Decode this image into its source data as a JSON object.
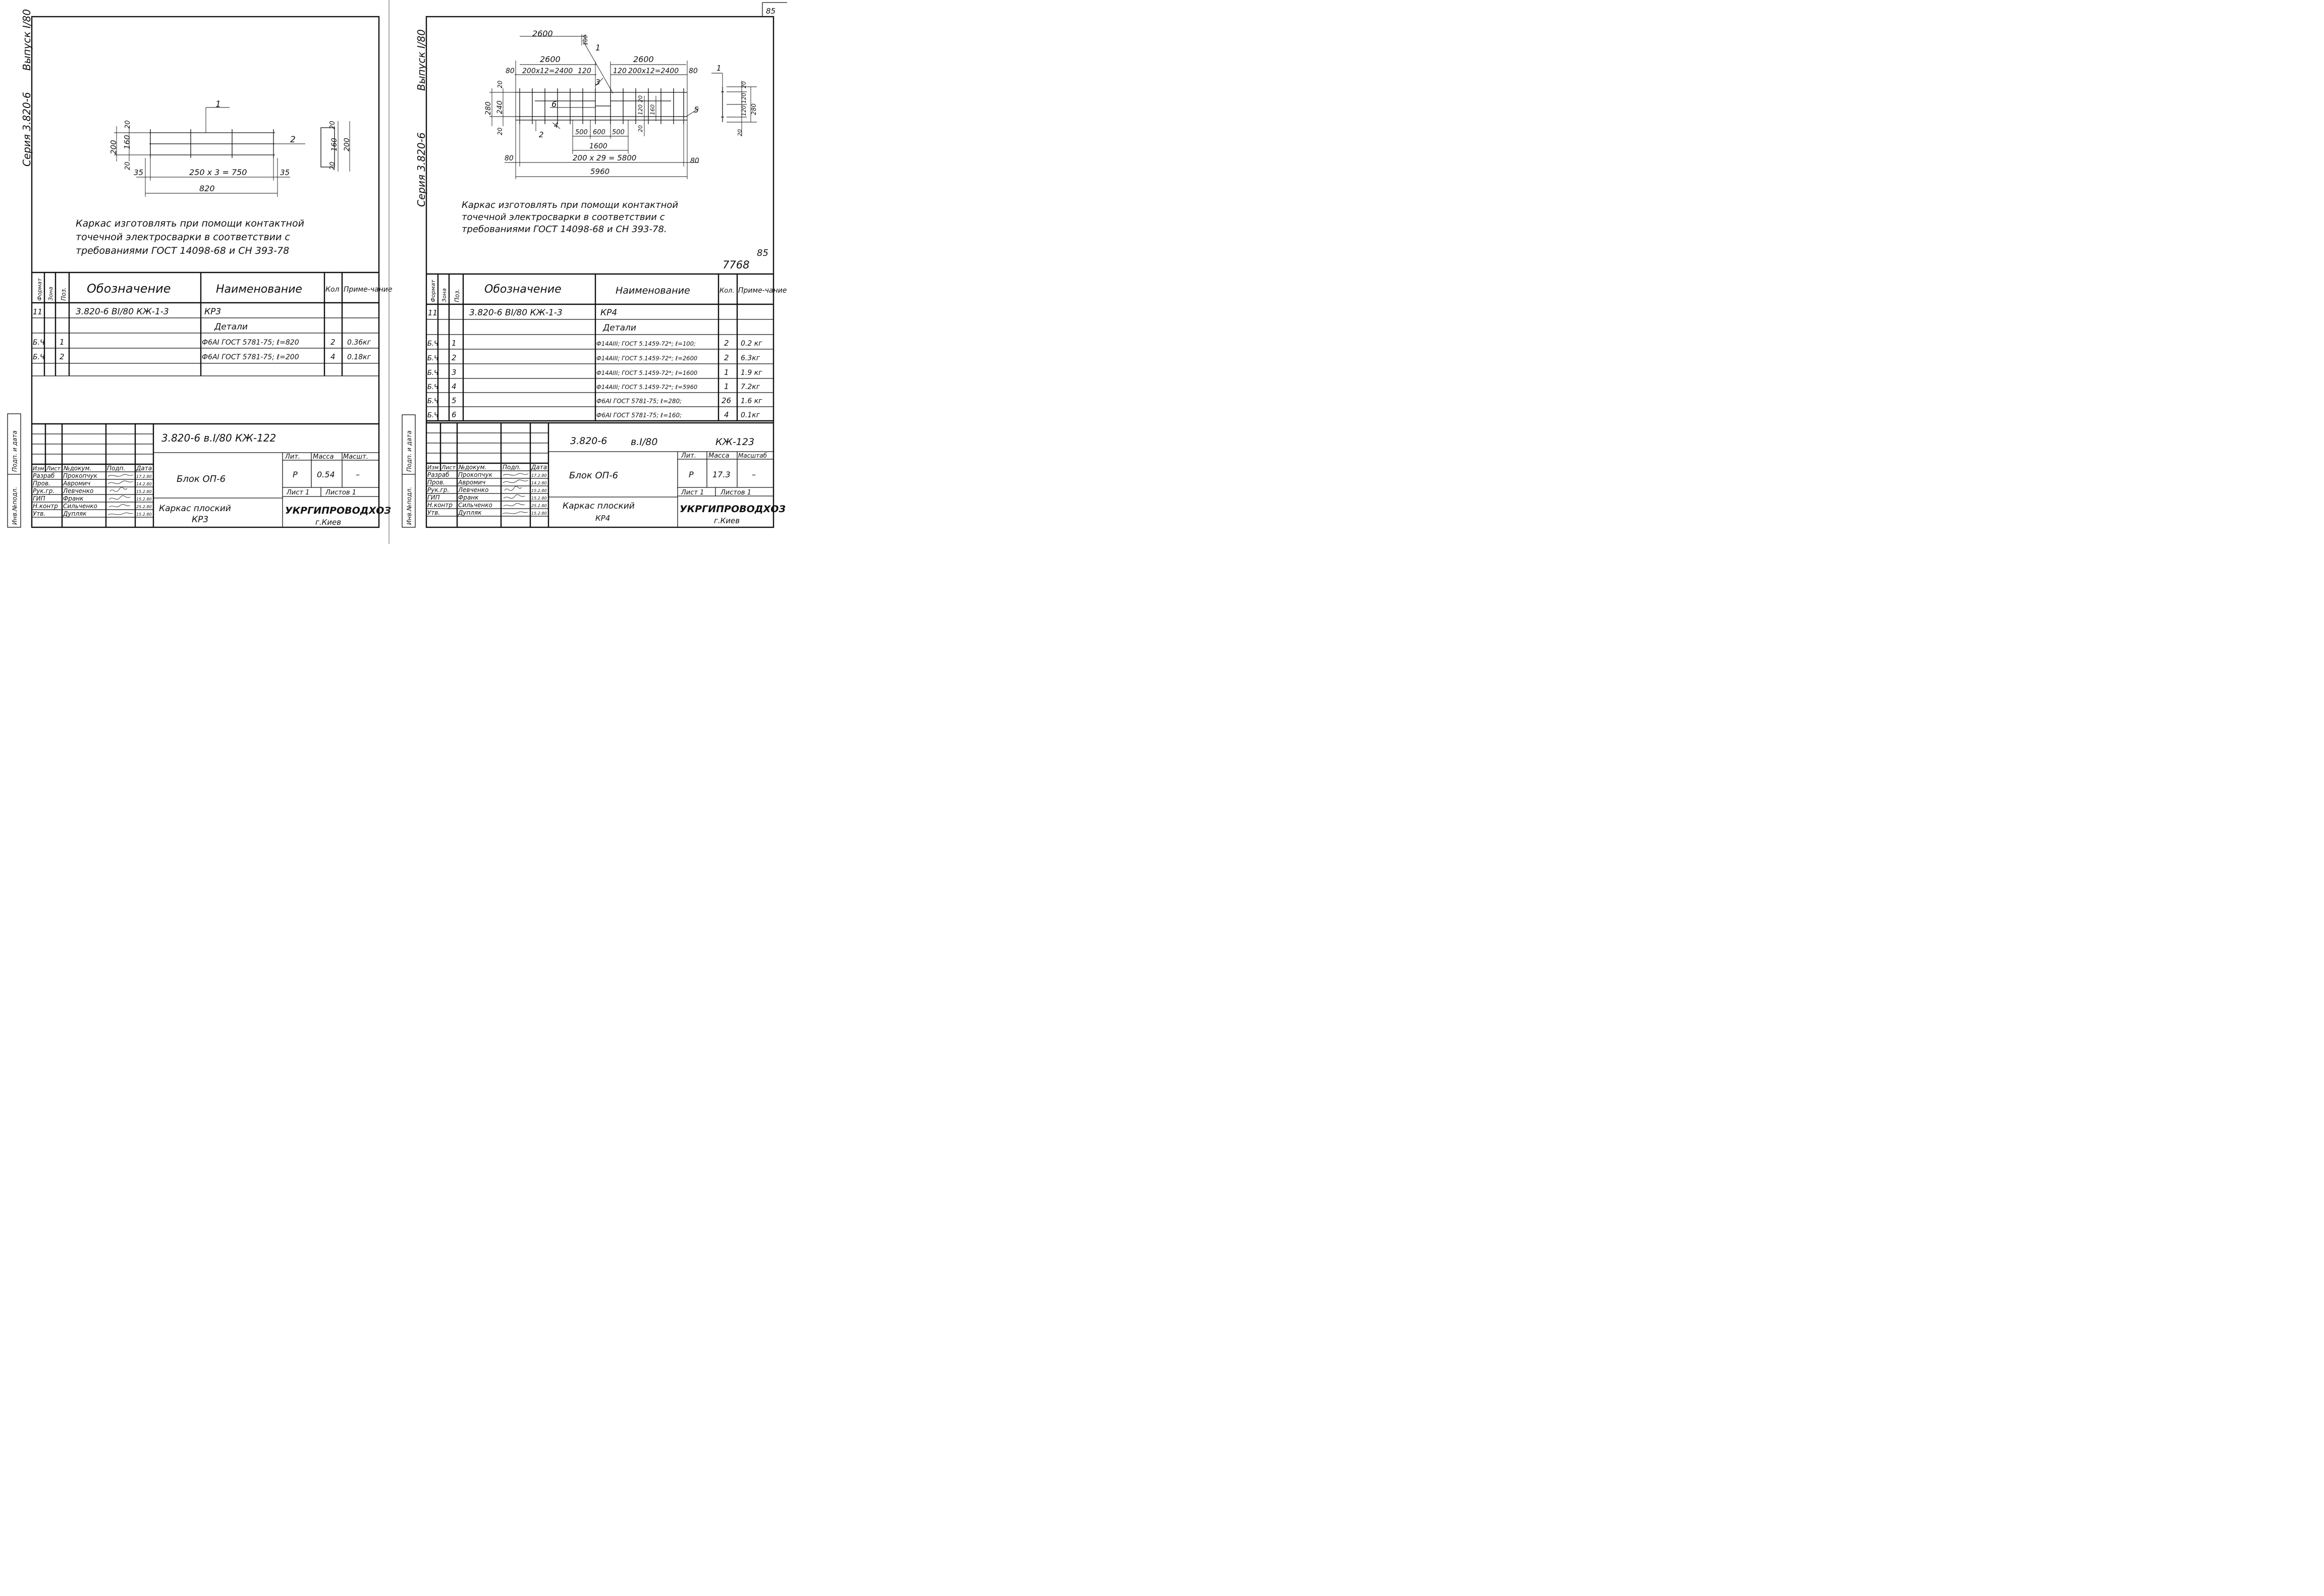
{
  "page_number": "85",
  "left": {
    "series_label": "Серия 3.820-6",
    "issue_label": "Выпуск I/80",
    "dims": {
      "total": "820",
      "spacing": "250 x 3 = 750",
      "edge_left": "35",
      "edge_right": "35",
      "height": "200",
      "inner": "160",
      "top": "20",
      "bottom": "20",
      "section_top": "20",
      "section_mid": "160",
      "section_bot": "20",
      "section_height": "200"
    },
    "leaders": [
      "1",
      "2"
    ],
    "note": [
      "Каркас изготовлять при помощи контактной",
      "точечной электросварки в соответствии с",
      "требованиями ГОСТ 14098-68 и СН 393-78"
    ],
    "spec": {
      "headers": {
        "format": "Формат",
        "zone": "Зона",
        "pos": "Поз.",
        "designation": "Обозначение",
        "name": "Наименование",
        "qty": "Кол",
        "note": "Приме-чание"
      },
      "rows": [
        {
          "format": "11",
          "pos": "",
          "designation": "3.820-6 BI/80 КЖ-1-3",
          "name": "КР3",
          "qty": "",
          "note": ""
        },
        {
          "format": "",
          "pos": "",
          "designation": "",
          "name": "Детали",
          "qty": "",
          "note": ""
        },
        {
          "format": "Б.Ч",
          "pos": "1",
          "designation": "",
          "name": "Ф6АI ГОСТ 5781-75; ℓ=820",
          "qty": "2",
          "note": "0.36кг"
        },
        {
          "format": "Б.Ч",
          "pos": "2",
          "designation": "",
          "name": "Ф6АI ГОСТ 5781-75; ℓ=200",
          "qty": "4",
          "note": "0.18кг"
        }
      ]
    },
    "side_labels": {
      "sign": "Подп. и дата",
      "inv": "Инв.№подл."
    },
    "title": {
      "code": "3.820-6    в.I/80    КЖ-122",
      "object": "Блок ОП-6",
      "drawing": "Каркас плоский",
      "drawing2": "КР3",
      "lit_h": "Лит.",
      "mass_h": "Масса",
      "scale_h": "Масшт.",
      "lit": "Р",
      "mass": "0.54",
      "scale": "–",
      "sheet": "Лист 1",
      "sheets": "Листов 1",
      "org": "УКРГИПРОВОДХОЗ",
      "city": "г.Киев",
      "staff_header": [
        "Изм",
        "Лист",
        "№докум.",
        "Подп.",
        "Дата"
      ],
      "staff": [
        {
          "role": "Разраб",
          "name": "Прокопчук",
          "date": "17.2.80"
        },
        {
          "role": "Пров.",
          "name": "Авромич",
          "date": "14.2.80"
        },
        {
          "role": "Рук.гр.",
          "name": "Левченко",
          "date": "15.2.80"
        },
        {
          "role": "ГИП",
          "name": "Франк",
          "date": "15.2.80"
        },
        {
          "role": "Н.контр",
          "name": "Сильченко",
          "date": "25.2.80"
        },
        {
          "role": "Утв.",
          "name": "Дупляк",
          "date": "15.2.80"
        }
      ]
    }
  },
  "right": {
    "series_label": "Серия 3.820-6",
    "issue_label": "Выпуск I/80",
    "dims": {
      "bar_top": "2600",
      "bar_top_sec": "100",
      "left_len": "2600",
      "right_len": "2600",
      "left_a": "80",
      "left_b": "200x12=2400",
      "left_c": "120",
      "right_a": "120",
      "right_b": "200x12=2400",
      "right_c": "80",
      "h_total": "280",
      "h_inner": "240",
      "h_top": "20",
      "h_bot": "20",
      "m1": "500",
      "m2": "600",
      "m3": "500",
      "m_total": "1600",
      "m_h1": "20",
      "m_h2": "120",
      "m_h3": "160",
      "m_h4": "20",
      "m_h5": "20",
      "b_left": "80",
      "b_mid": "200 x 29 = 5800",
      "b_right": "80",
      "b_total": "5960",
      "sec_a": "20",
      "sec_b": "120",
      "sec_c": "120",
      "sec_total": "280",
      "sec_d": "20"
    },
    "leaders": [
      "1",
      "2",
      "3",
      "4",
      "5",
      "6",
      "1"
    ],
    "note": [
      "Каркас изготовлять при помощи контактной",
      "точечной электросварки в соответствии с",
      "требованиями ГОСТ 14098-68 и СН 393-78."
    ],
    "stamp_num": "85",
    "doc_num": "7768",
    "spec": {
      "headers": {
        "format": "Формат",
        "zone": "Зона",
        "pos": "Поз.",
        "designation": "Обозначение",
        "name": "Наименование",
        "qty": "Кол.",
        "note": "Приме-чание"
      },
      "rows": [
        {
          "format": "11",
          "pos": "",
          "designation": "3.820-6 BI/80 КЖ-1-3",
          "name": "КР4",
          "qty": "",
          "note": ""
        },
        {
          "format": "",
          "pos": "",
          "designation": "",
          "name": "Детали",
          "qty": "",
          "note": ""
        },
        {
          "format": "Б.Ч",
          "pos": "1",
          "designation": "",
          "name": "Ф14АIII; ГОСТ 5.1459-72*; ℓ=100;",
          "qty": "2",
          "note": "0.2 кг"
        },
        {
          "format": "Б.Ч",
          "pos": "2",
          "designation": "",
          "name": "Ф14АIII; ГОСТ 5.1459-72*; ℓ=2600",
          "qty": "2",
          "note": "6.3кг"
        },
        {
          "format": "Б.Ч",
          "pos": "3",
          "designation": "",
          "name": "Ф14АIII; ГОСТ 5.1459-72*; ℓ=1600",
          "qty": "1",
          "note": "1.9 кг"
        },
        {
          "format": "Б.Ч",
          "pos": "4",
          "designation": "",
          "name": "Ф14АIII; ГОСТ 5.1459-72*; ℓ=5960",
          "qty": "1",
          "note": "7.2кг"
        },
        {
          "format": "Б.Ч",
          "pos": "5",
          "designation": "",
          "name": "Ф6АI ГОСТ 5781-75; ℓ=280;",
          "qty": "26",
          "note": "1.6 кг"
        },
        {
          "format": "Б.Ч",
          "pos": "6",
          "designation": "",
          "name": "Ф6АI ГОСТ 5781-75; ℓ=160;",
          "qty": "4",
          "note": "0.1кг"
        }
      ]
    },
    "side_labels": {
      "sign": "Подп. и дата",
      "inv": "Инв.№подл."
    },
    "title": {
      "code_a": "3.820-6",
      "code_b": "в.I/80",
      "code_c": "КЖ-123",
      "object": "Блок ОП-6",
      "drawing": "Каркас плоский",
      "drawing2": "КР4",
      "lit_h": "Лит.",
      "mass_h": "Масса",
      "scale_h": "Масштаб",
      "lit": "Р",
      "mass": "17.3",
      "scale": "–",
      "sheet": "Лист 1",
      "sheets": "Листов 1",
      "org": "УКРГИПРОВОДХОЗ",
      "city": "г.Киев",
      "staff_header": [
        "Изм",
        "Лист",
        "№докум.",
        "Подп.",
        "Дата"
      ],
      "staff": [
        {
          "role": "Разраб",
          "name": "Прокопчук",
          "date": "17.2.80"
        },
        {
          "role": "Пров.",
          "name": "Авромич",
          "date": "14.2.80"
        },
        {
          "role": "Рук.гр.",
          "name": "Левченко",
          "date": "15.2.80"
        },
        {
          "role": "ГИП",
          "name": "Франк",
          "date": "15.2.80"
        },
        {
          "role": "Н.контр",
          "name": "Сильченко",
          "date": "25.2.80"
        },
        {
          "role": "Утв.",
          "name": "Дупляк",
          "date": "15.2.80"
        }
      ]
    }
  }
}
